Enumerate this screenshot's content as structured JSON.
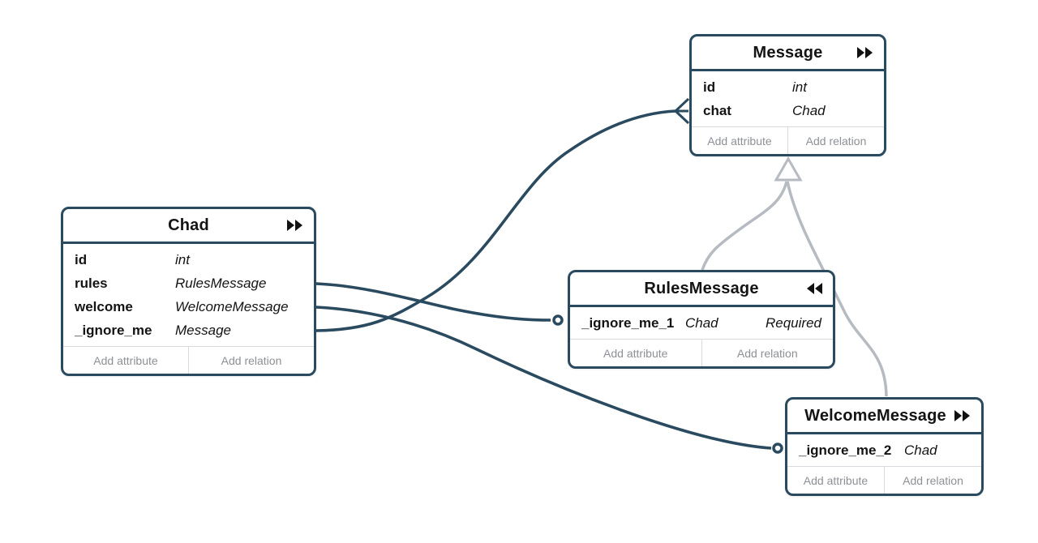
{
  "diagram": {
    "background": "#ffffff",
    "colors": {
      "entity_border": "#2a4a5f",
      "reference_line": "#2a4a5f",
      "inheritance_line": "#b6bac1",
      "title_text": "#141414",
      "attribute_text": "#141414",
      "muted_text": "#8d9096",
      "divider": "#d8dadd"
    },
    "entities": [
      {
        "title": "Message",
        "icon": "fast-forward",
        "attributes": [
          {
            "name": "id",
            "type": "int"
          },
          {
            "name": "chat",
            "type": "Chad"
          }
        ],
        "footer": {
          "add_attribute": "Add attribute",
          "add_relation": "Add relation"
        }
      },
      {
        "title": "Chad",
        "icon": "fast-forward",
        "attributes": [
          {
            "name": "id",
            "type": "int"
          },
          {
            "name": "rules",
            "type": "RulesMessage"
          },
          {
            "name": "welcome",
            "type": "WelcomeMessage"
          },
          {
            "name": "_ignore_me",
            "type": "Message"
          }
        ],
        "footer": {
          "add_attribute": "Add attribute",
          "add_relation": "Add relation"
        }
      },
      {
        "title": "RulesMessage",
        "icon": "rewind",
        "attributes": [
          {
            "name": "_ignore_me_1",
            "type": "Chad",
            "modifier": "Required"
          }
        ],
        "footer": {
          "add_attribute": "Add attribute",
          "add_relation": "Add relation"
        }
      },
      {
        "title": "WelcomeMessage",
        "icon": "fast-forward",
        "attributes": [
          {
            "name": "_ignore_me_2",
            "type": "Chad"
          }
        ],
        "footer": {
          "add_attribute": "Add attribute",
          "add_relation": "Add relation"
        }
      }
    ],
    "relations": [
      {
        "from": "Chad._ignore_me",
        "to": "Message",
        "kind": "reference",
        "end_marker": "crow-foot"
      },
      {
        "from": "Chad.rules",
        "to": "RulesMessage",
        "kind": "reference",
        "end_marker": "circle"
      },
      {
        "from": "Chad.welcome",
        "to": "WelcomeMessage",
        "kind": "reference",
        "end_marker": "circle"
      },
      {
        "from": "RulesMessage",
        "to": "Message",
        "kind": "inheritance",
        "end_marker": "hollow-triangle"
      },
      {
        "from": "WelcomeMessage",
        "to": "Message",
        "kind": "inheritance",
        "end_marker": "hollow-triangle"
      }
    ]
  }
}
